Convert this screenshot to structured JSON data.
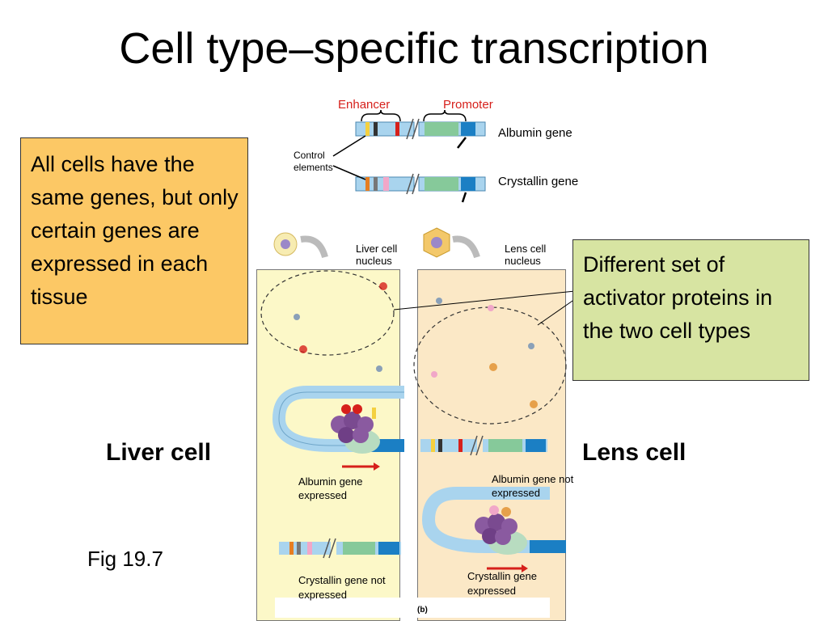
{
  "slide": {
    "title": "Cell type–specific transcription",
    "left_box_text": "All cells have the same genes, but only certain genes are expressed in each tissue",
    "right_box_text": "Different set of activator proteins in the two cell types",
    "liver_label": "Liver cell",
    "lens_label": "Lens cell",
    "figure_ref": "Fig 19.7"
  },
  "diagram": {
    "enhancer_label": "Enhancer",
    "promoter_label": "Promoter",
    "control_elements_label": "Control elements",
    "albumin_gene_label": "Albumin gene",
    "crystallin_gene_label": "Crystallin gene",
    "liver_nucleus_label": "Liver cell nucleus",
    "lens_nucleus_label": "Lens cell nucleus",
    "albumin_expressed_label": "Albumin gene expressed",
    "crystallin_not_expressed_label": "Crystallin gene not expressed",
    "albumin_not_expressed_label": "Albumin gene not expressed",
    "crystallin_expressed_label": "Crystallin gene expressed",
    "panel_caption": "(b)"
  },
  "colors": {
    "orange_box": "#fcc865",
    "green_box": "#d7e4a2",
    "liver_panel": "#fcf8c8",
    "lens_panel": "#fbe8c6",
    "label_red": "#d6201b",
    "dna_blue": "#a9d4ee",
    "gene_green": "#86c99a",
    "promoter_blue": "#1b7fc4",
    "rna_polymerase": "#8a5aa0"
  }
}
